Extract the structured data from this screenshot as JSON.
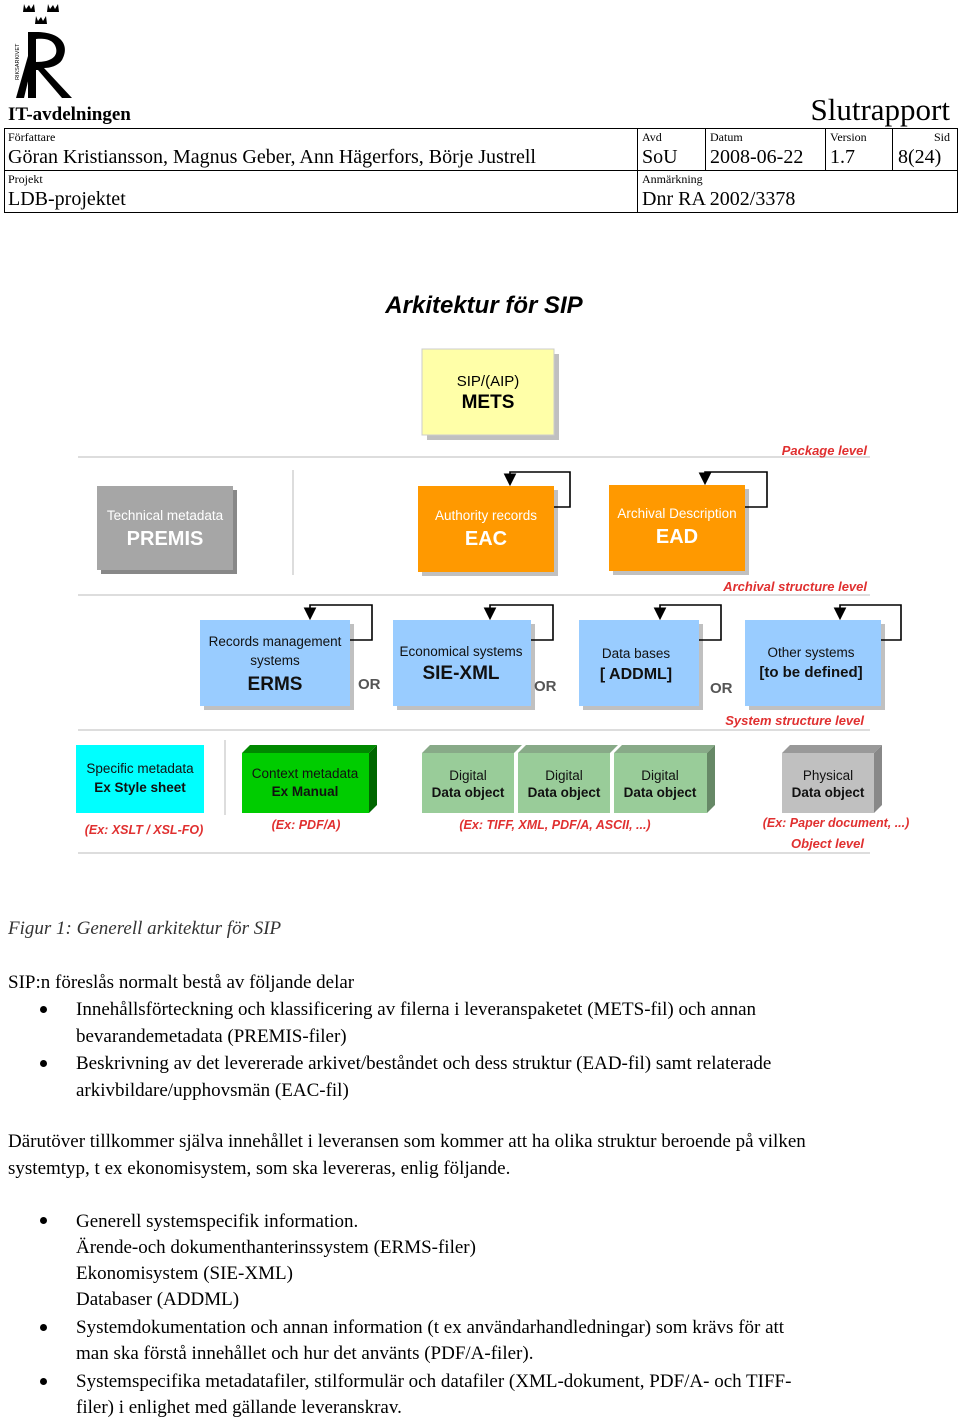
{
  "header": {
    "department": "IT-avdelningen",
    "doc_type": "Slutrapport",
    "author_label": "Författare",
    "author": "Göran Kristiansson, Magnus Geber, Ann Hägerfors, Börje Justrell",
    "avd_label": "Avd",
    "avd": "SoU",
    "date_label": "Datum",
    "date": "2008-06-22",
    "version_label": "Version",
    "version": "1.7",
    "page_label": "Sid",
    "page": "8(24)",
    "project_label": "Projekt",
    "project": "LDB-projektet",
    "note_label": "Anmärkning",
    "note": "Dnr RA 2002/3378",
    "logo_text": "RIKSARKIVET"
  },
  "figure": {
    "title": "Arkitektur för SIP",
    "caption": "Figur 1: Generell arkitektur för SIP",
    "sip_line1": "SIP/(AIP)",
    "sip_line2": "METS",
    "package_level": "Package level",
    "premis_line1": "Technical metadata",
    "premis_line2": "PREMIS",
    "eac_line1": "Authority records",
    "eac_line2": "EAC",
    "ead_line1": "Archival Description",
    "ead_line2": "EAD",
    "archival_level": "Archival structure level",
    "erms_line1": "Records management",
    "erms_line2": "systems",
    "erms_line3": "ERMS",
    "sie_line1": "Economical systems",
    "sie_line2": "SIE-XML",
    "db_line1": "Data bases",
    "db_line2": "[ ADDML]",
    "other_line1": "Other systems",
    "other_line2": "[to be defined]",
    "or": "OR",
    "system_level": "System structure level",
    "specific_line1": "Specific metadata",
    "specific_line2": "Ex Style sheet",
    "specific_ex": "(Ex: XSLT / XSL-FO)",
    "context_line1": "Context metadata",
    "context_line2": "Ex Manual",
    "context_ex": "(Ex: PDF/A)",
    "digital_line1": "Digital",
    "digital_line2": "Data object",
    "digital_ex": "(Ex: TIFF, XML, PDF/A, ASCII, ...)",
    "physical_line1": "Physical",
    "physical_line2": "Data object",
    "physical_ex": "(Ex: Paper document, ...)",
    "object_level": "Object level"
  },
  "colors": {
    "sip": "#ffffa8",
    "premis": "#a6a6a6",
    "orange": "#ff9900",
    "blue": "#99ccff",
    "cyan": "#00ffff",
    "green": "#00cc00",
    "digital": "#99cc99",
    "physical": "#c0c0c0",
    "level_red": "#e03030"
  },
  "body": {
    "intro": "SIP:n föreslås normalt bestå av följande delar",
    "bullet1_l1": "Innehållsförteckning och klassificering av filerna i leveranspaketet (METS-fil) och annan",
    "bullet1_l2": "bevarandemetadata (PREMIS-filer)",
    "bullet2_l1": "Beskrivning av det levererade arkivet/beståndet och dess struktur (EAD-fil) samt relaterade",
    "bullet2_l2": "arkivbildare/upphovsmän (EAC-fil)",
    "para_l1": "Därutöver tillkommer själva innehållet i leveransen som kommer att ha olika struktur beroende på vilken",
    "para_l2": "systemtyp, t ex ekonomisystem, som ska levereras, enlig följande.",
    "list1_l1": "Generell systemspecifik information.",
    "list1_l2": "Ärende-och dokumenthanterinssystem (ERMS-filer)",
    "list1_l3": "Ekonomisystem (SIE-XML)",
    "list1_l4": "Databaser (ADDML)",
    "list2_l1": "Systemdokumentation och annan information (t ex användarhandledningar) som krävs för att",
    "list2_l2": "man ska förstå innehållet och hur det använts (PDF/A-filer).",
    "list3_l1": "Systemspecifika metadatafiler, stilformulär och datafiler (XML-dokument, PDF/A- och TIFF-",
    "list3_l2": "filer) i enlighet med gällande leveranskrav."
  }
}
